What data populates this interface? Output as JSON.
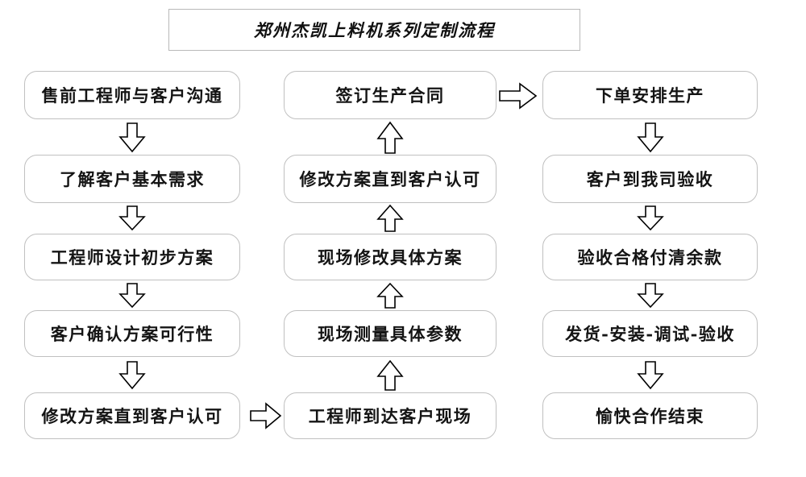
{
  "title": {
    "text": "郑州杰凯上料机系列定制流程"
  },
  "columns": [
    {
      "id": "left",
      "direction": "down",
      "nodes": [
        {
          "label": "售前工程师与客户沟通"
        },
        {
          "label": "了解客户基本需求"
        },
        {
          "label": "工程师设计初步方案"
        },
        {
          "label": "客户确认方案可行性"
        },
        {
          "label": "修改方案直到客户认可"
        }
      ]
    },
    {
      "id": "middle",
      "direction": "up",
      "nodes": [
        {
          "label": "签订生产合同"
        },
        {
          "label": "修改方案直到客户认可"
        },
        {
          "label": "现场修改具体方案"
        },
        {
          "label": "现场测量具体参数"
        },
        {
          "label": "工程师到达客户现场"
        }
      ]
    },
    {
      "id": "right",
      "direction": "down",
      "nodes": [
        {
          "label": "下单安排生产"
        },
        {
          "label": "客户到我司验收"
        },
        {
          "label": "验收合格付清余款"
        },
        {
          "label": "发货-安装-调试-验收"
        },
        {
          "label": "愉快合作结束"
        }
      ]
    }
  ],
  "connectors": {
    "left_down_1": "arrow-down",
    "left_down_2": "arrow-down",
    "left_down_3": "arrow-down",
    "left_down_4": "arrow-down",
    "left_to_middle": "arrow-right",
    "middle_up_1": "arrow-up",
    "middle_up_2": "arrow-up",
    "middle_up_3": "arrow-up",
    "middle_up_4": "arrow-up",
    "middle_to_right": "arrow-right",
    "right_down_1": "arrow-down",
    "right_down_2": "arrow-down",
    "right_down_3": "arrow-down",
    "right_down_4": "arrow-down"
  },
  "colors": {
    "node_border": "#c0c0c0",
    "title_border": "#b9b9b9",
    "text": "#141414",
    "arrow_stroke": "#000000",
    "background": "#ffffff"
  }
}
